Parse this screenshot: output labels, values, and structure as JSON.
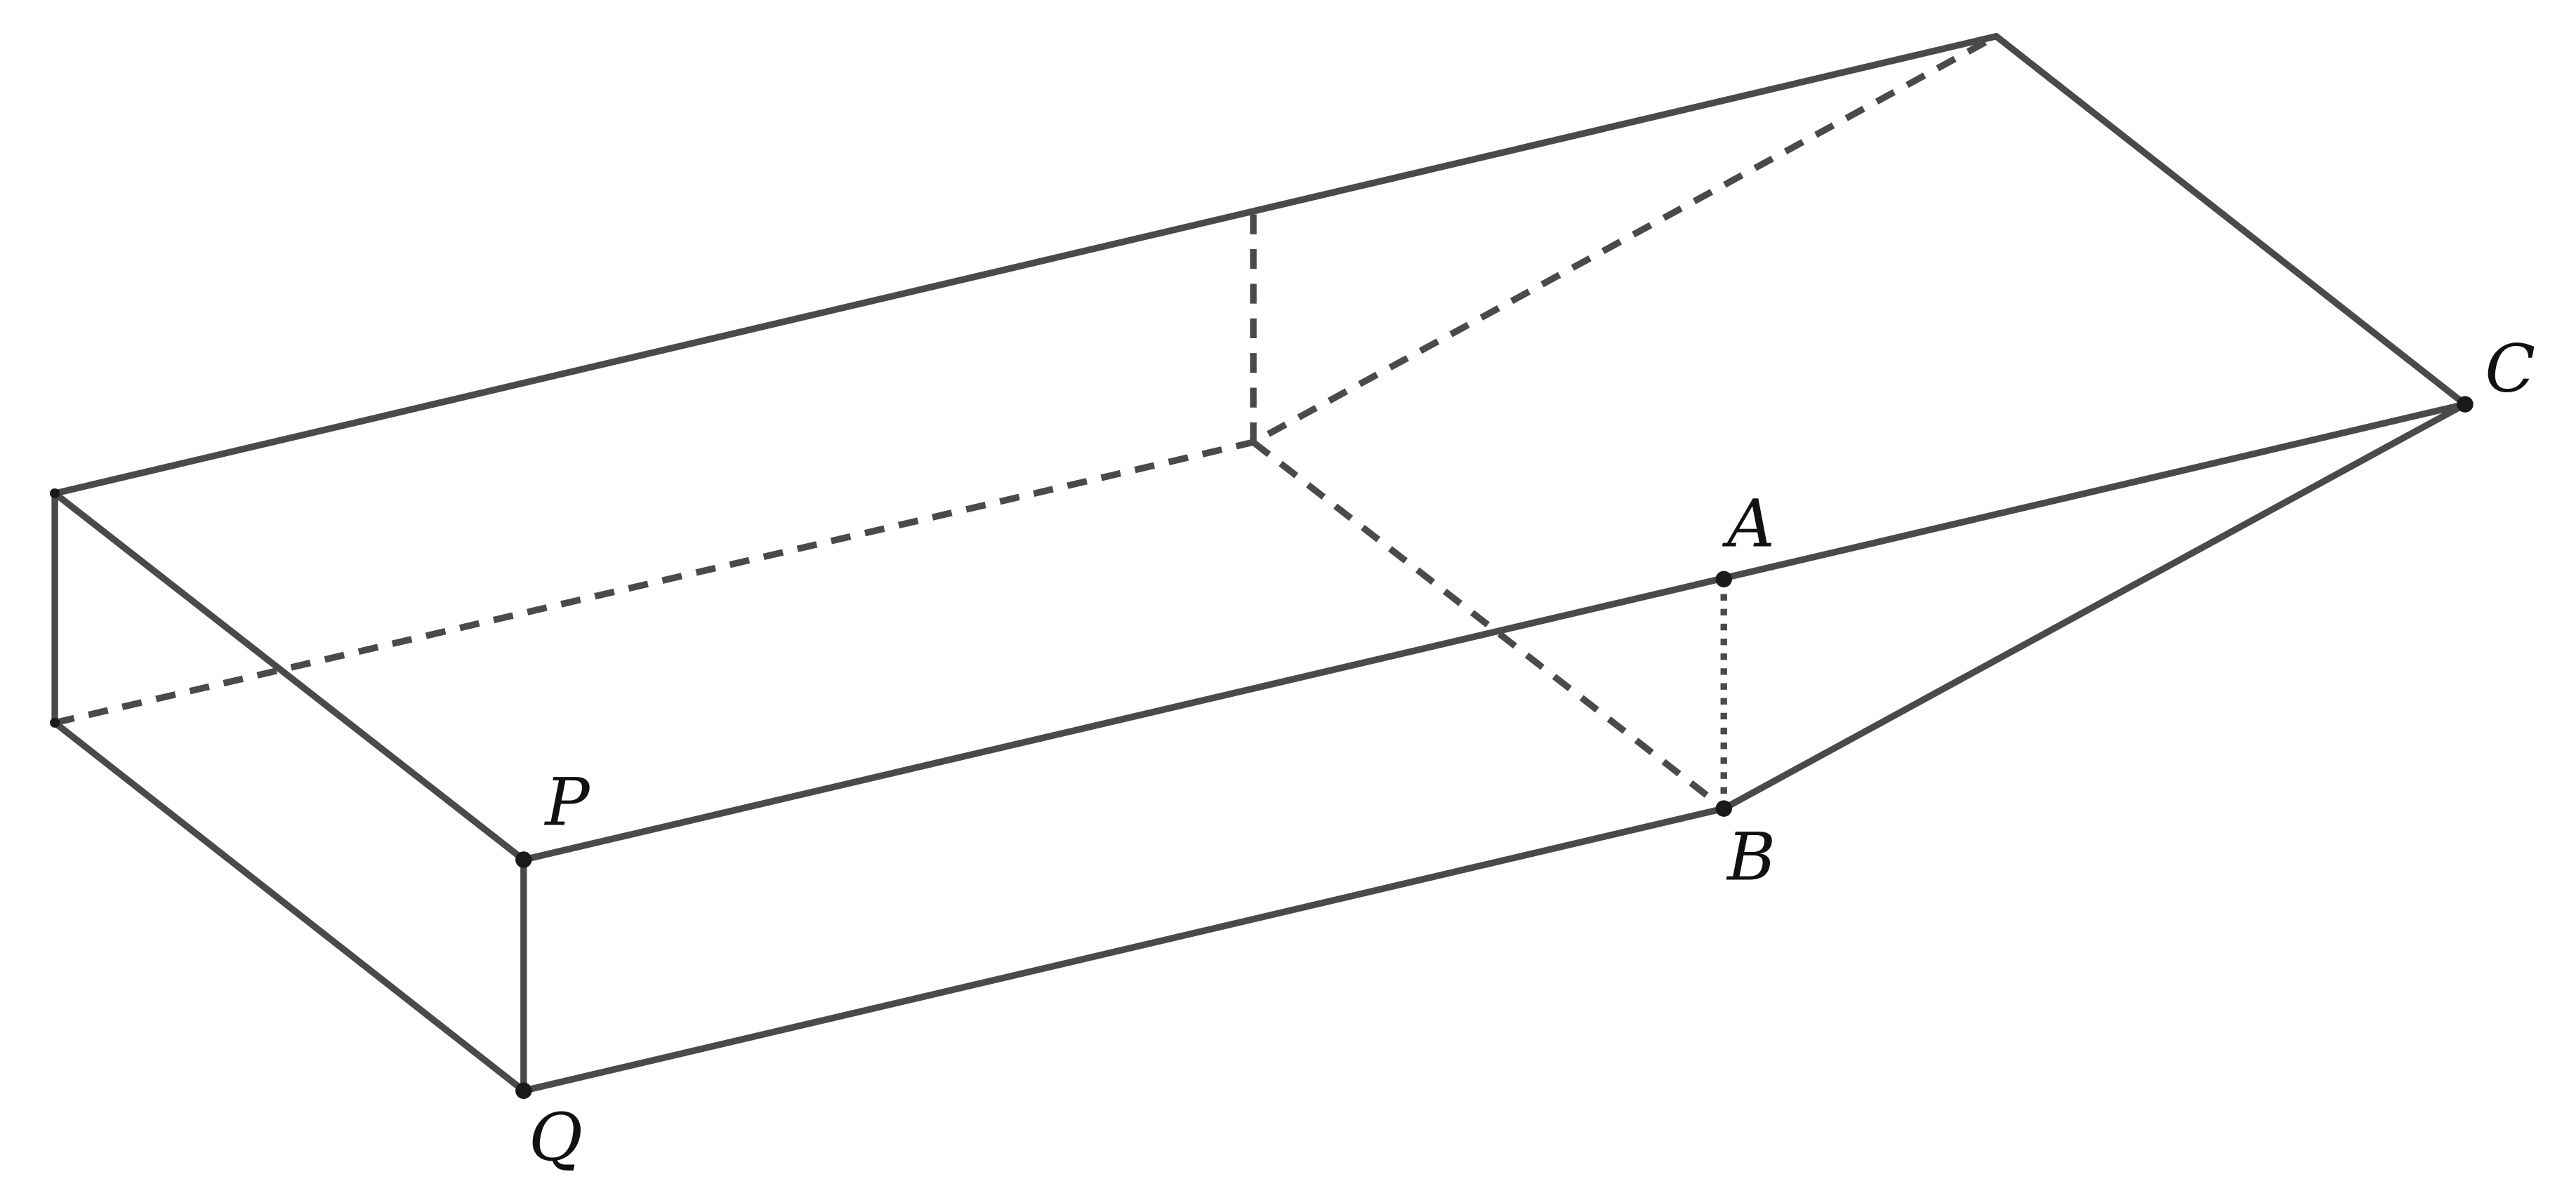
{
  "diagram": {
    "type": "3D box (rectangular prism) with hidden edges",
    "labels": {
      "P": "P",
      "Q": "Q",
      "A": "A",
      "B": "B",
      "C": "C"
    },
    "colors": {
      "line": "#4a4a4a",
      "point": "#1a1a1a"
    }
  }
}
